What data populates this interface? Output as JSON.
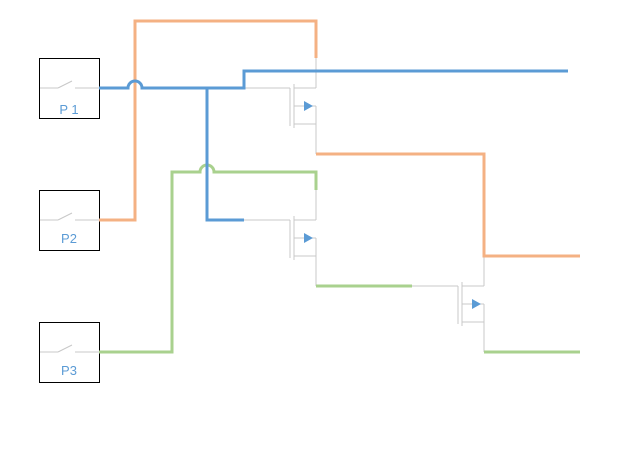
{
  "colors": {
    "orange": "#f4b183",
    "blue": "#5b9bd5",
    "green": "#a9d18e",
    "outline": "#000000",
    "transistor_line": "#c8c8c8",
    "label": "#5b9bd5"
  },
  "switches": [
    {
      "label": "P 1",
      "wire_color": "blue"
    },
    {
      "label": "P2",
      "wire_color": "orange"
    },
    {
      "label": "P3",
      "wire_color": "green"
    }
  ],
  "transistors": [
    {
      "id": "T1",
      "arrow_color": "blue"
    },
    {
      "id": "T2",
      "arrow_color": "blue"
    },
    {
      "id": "T3",
      "arrow_color": "blue"
    }
  ]
}
